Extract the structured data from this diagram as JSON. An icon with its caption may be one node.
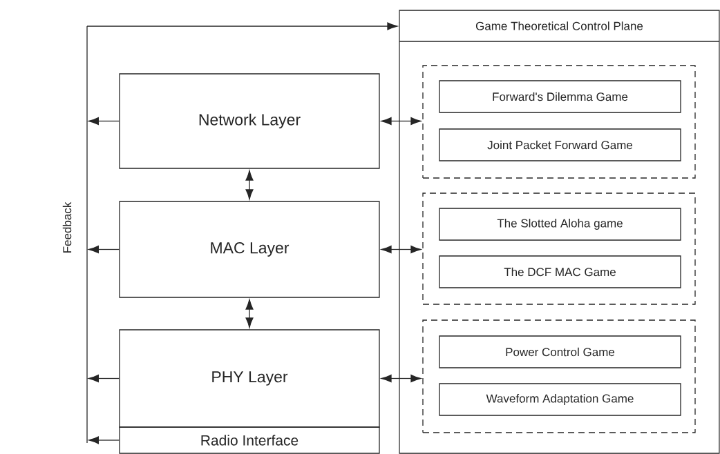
{
  "diagram": {
    "nodes": [
      {
        "text": [
          "Game Theoretical Control  Plane"
        ]
      },
      {
        "text": [],
        "shape": "box",
        "in": 0
      },
      {
        "text": [
          "Forward's Dilemma Game"
        ],
        "in": 1
      },
      {
        "text": [
          "Joint Packet Forward Game"
        ],
        "in": 1
      },
      {
        "text": [],
        "shape": "box",
        "in": 0
      },
      {
        "text": [
          "The Slotted Aloha game"
        ],
        "in": 4
      },
      {
        "text": [
          "The DCF MAC Game"
        ],
        "in": 4
      },
      {
        "text": [],
        "shape": "box",
        "in": 0
      },
      {
        "text": [
          "Power Control Game"
        ],
        "in": 7
      },
      {
        "text": [
          "Waveform Adaptation Game"
        ],
        "in": 7
      },
      {
        "text": [
          "Network Layer"
        ]
      },
      {
        "text": [
          "MAC Layer"
        ]
      },
      {
        "text": [
          "PHY Layer"
        ]
      },
      {
        "text": [
          "Radio Interface"
        ]
      }
    ],
    "edges": [
      {
        "from": null,
        "to": 0,
        "arrow": "to"
      },
      {
        "from": 10,
        "to": null,
        "arrow": "to"
      },
      {
        "from": 11,
        "to": null,
        "arrow": "to"
      },
      {
        "from": 12,
        "to": null,
        "arrow": "to"
      },
      {
        "from": 13,
        "to": null,
        "arrow": "to"
      },
      {
        "from": 10,
        "to": 11,
        "arrow": "both"
      },
      {
        "from": 11,
        "to": 12,
        "arrow": "both"
      },
      {
        "from": 10,
        "to": 1,
        "arrow": "both"
      },
      {
        "from": 11,
        "to": 4,
        "arrow": "both"
      },
      {
        "from": 12,
        "to": 7,
        "arrow": "both"
      }
    ],
    "labels": [
      "Feedback"
    ]
  }
}
